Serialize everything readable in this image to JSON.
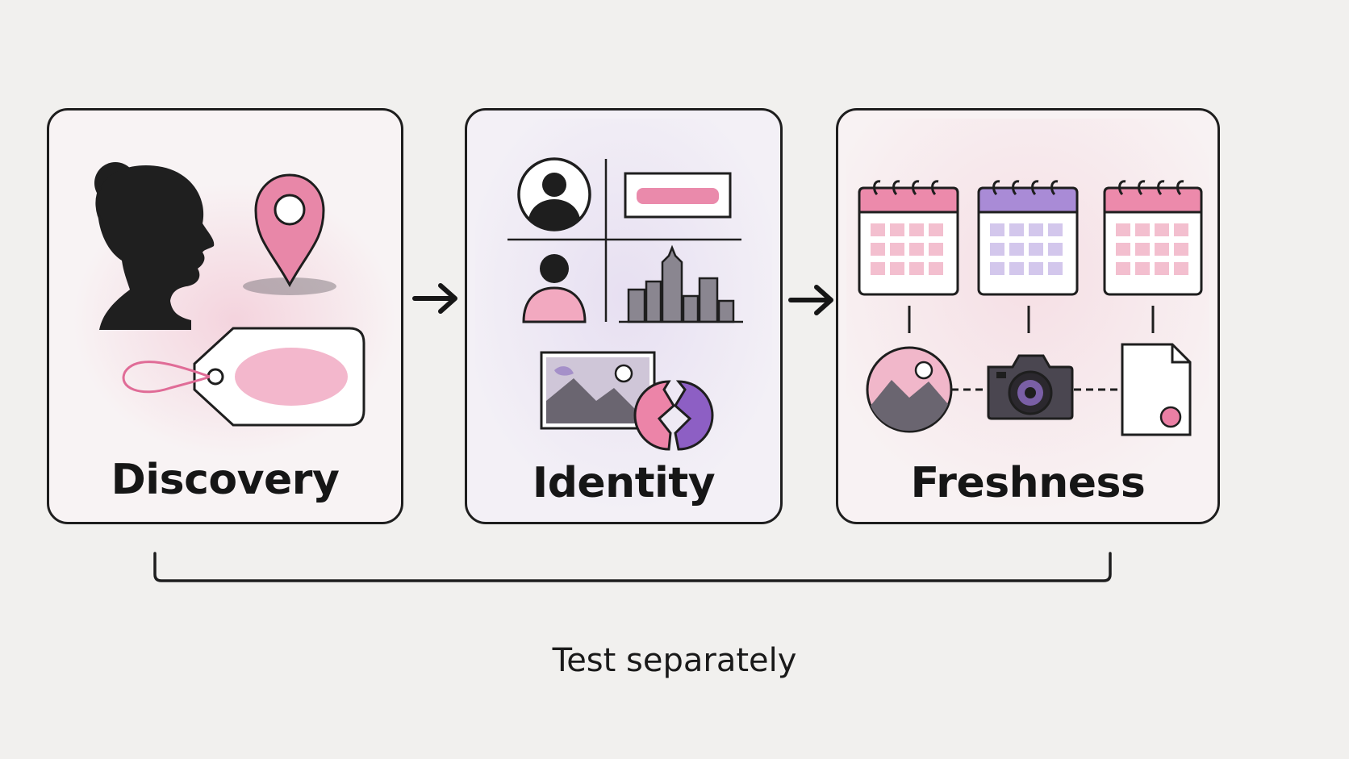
{
  "panels": [
    {
      "label": "Discovery"
    },
    {
      "label": "Identity"
    },
    {
      "label": "Freshness"
    }
  ],
  "caption": "Test separately",
  "colors": {
    "pink": "#e87fa3",
    "light_pink": "#f2c3d2",
    "purple": "#9b7fcf",
    "light_purple": "#d6ccee",
    "ink": "#1e1e1e",
    "grey": "#6e6a70"
  },
  "icons": {
    "discovery": [
      "person-silhouette-icon",
      "location-pin-icon",
      "tag-icon"
    ],
    "identity": [
      "profile-avatar-icon",
      "name-field-icon",
      "person-icon",
      "city-skyline-icon",
      "image-icon",
      "broken-link-icon"
    ],
    "freshness": [
      "calendar-icon",
      "photo-icon",
      "camera-icon",
      "document-icon"
    ]
  }
}
